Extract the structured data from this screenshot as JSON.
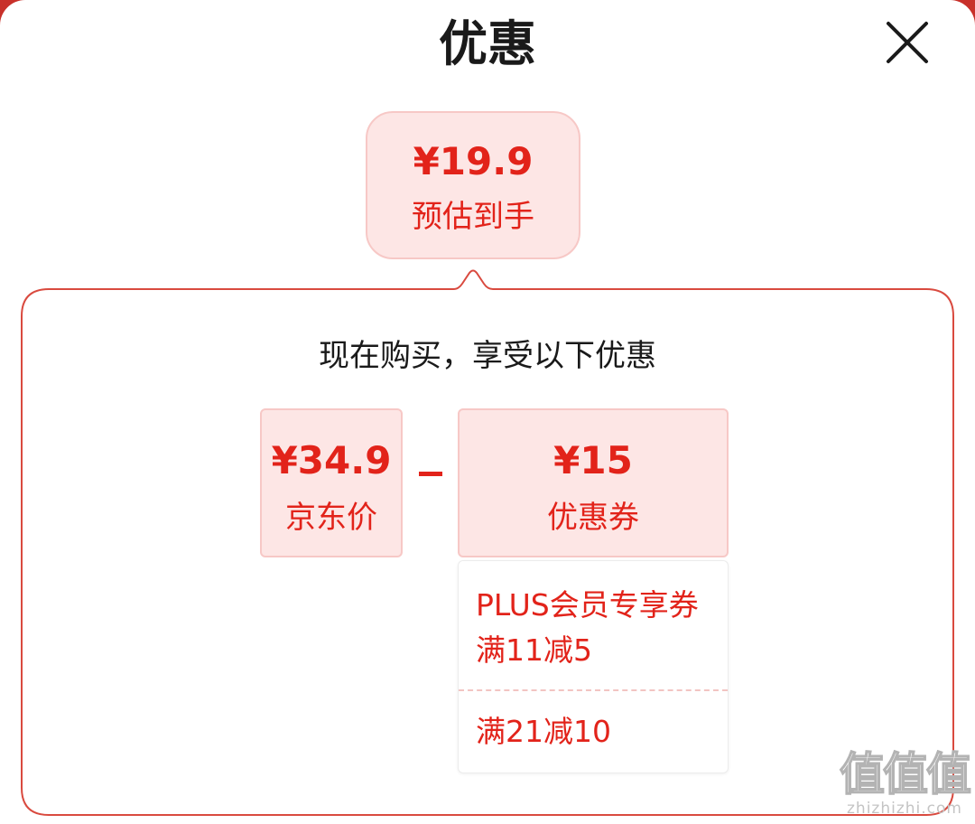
{
  "header": {
    "title": "优惠",
    "close_icon": "close-icon"
  },
  "estimate": {
    "price": "¥19.9",
    "label": "预估到手"
  },
  "panel": {
    "heading": "现在购买，享受以下优惠",
    "jd_price": {
      "amount": "¥34.9",
      "label": "京东价"
    },
    "operator": "minus-icon",
    "coupon": {
      "amount": "¥15",
      "label": "优惠券"
    },
    "coupon_items": [
      {
        "line1": "PLUS会员专享券",
        "line2": "满11减5"
      },
      {
        "line1": "满21减10"
      }
    ]
  },
  "watermark": {
    "glyphs": "值值值",
    "domain": "zhizhizhi.com"
  },
  "colors": {
    "accent": "#e2231a",
    "box_fill": "#fde6e5",
    "box_border": "#f7c8c6",
    "panel_border": "#d94a3f",
    "backdrop": "#c8302a"
  }
}
